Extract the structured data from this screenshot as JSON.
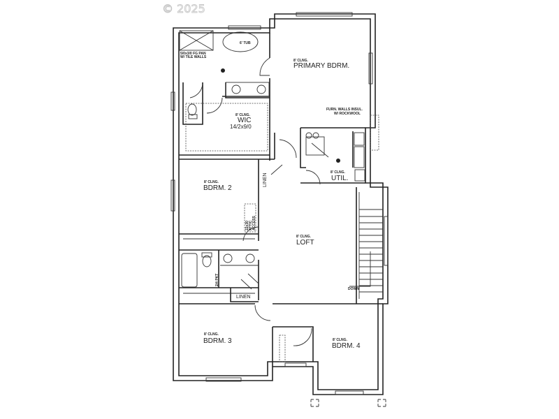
{
  "watermark": "© 2025",
  "rooms": {
    "primary": {
      "ceiling": "8' CLNG.",
      "name": "PRIMARY BDRM.",
      "note1": "FURN. WALLS INSUL.",
      "note2": "W/ ROCKWOOL"
    },
    "bath": {
      "shower1": "5/0x3/0 FG PAN",
      "shower2": "W/ TILE WALLS",
      "tub": "6' TUB"
    },
    "wic": {
      "ceiling": "8' CLNG.",
      "name": "WIC",
      "size": "14/2x9/0"
    },
    "util": {
      "ceiling": "8' CLNG.",
      "name": "UTIL."
    },
    "bdrm2": {
      "ceiling": "8' CLNG.",
      "name": "BDRM. 2",
      "attic1": "22x30",
      "attic2": "ATTIC",
      "attic3": "ACCESS"
    },
    "linen_upper": "LINEN",
    "loft": {
      "ceiling": "8' CLNG.",
      "name": "LOFT"
    },
    "pocket_door": "2/4 PKT",
    "linen_lower": "LINEN",
    "stairs": "DOWN",
    "bdrm3": {
      "ceiling": "8' CLNG.",
      "name": "BDRM. 3"
    },
    "bdrm4": {
      "ceiling": "8' CLNG.",
      "name": "BDRM. 4"
    }
  }
}
